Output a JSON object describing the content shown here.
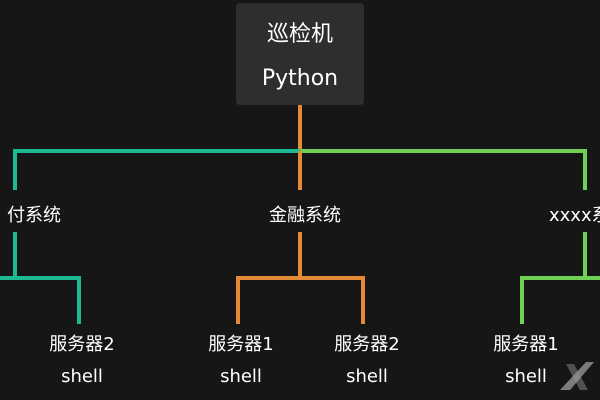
{
  "root": {
    "title": "巡检机",
    "subtitle": "Python"
  },
  "systems": [
    {
      "label": "付系统",
      "color": "#1db992"
    },
    {
      "label": "金融系统",
      "color": "#e58a37"
    },
    {
      "label": "xxxx系",
      "color": "#6fd055"
    }
  ],
  "servers": [
    {
      "name": "服务器2",
      "type": "shell",
      "system": 0
    },
    {
      "name": "服务器1",
      "type": "shell",
      "system": 1
    },
    {
      "name": "服务器2",
      "type": "shell",
      "system": 1
    },
    {
      "name": "服务器1",
      "type": "shell",
      "system": 2
    }
  ],
  "colors": {
    "background": "#161616",
    "root_box": "#2e2e2e",
    "root_stem": "#e58a37"
  }
}
